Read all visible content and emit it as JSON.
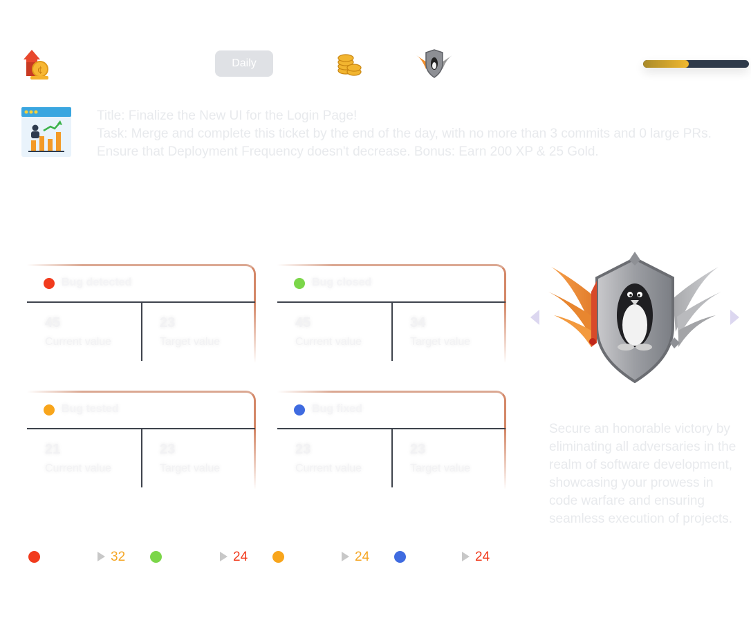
{
  "header": {
    "daily_label": "Daily",
    "progress_fraction": 0.43,
    "progress_fill_color": "#f1b82e",
    "progress_track_color": "#2f3a4a"
  },
  "task": {
    "title": "Title: Finalize the New UI for the Login Page!",
    "body": "Task: Merge and complete this ticket by the end of the day, with no more than 3 commits and 0 large PRs. Ensure that Deployment Frequency doesn't decrease. Bonus: Earn 200 XP & 25 Gold."
  },
  "metrics": [
    {
      "label": "Bug detected",
      "dot_color": "#f13b1d",
      "current_value": "45",
      "current_label": "Current value",
      "target_value": "23",
      "target_label": "Target value"
    },
    {
      "label": "Bug closed",
      "dot_color": "#7bd649",
      "current_value": "45",
      "current_label": "Current value",
      "target_value": "34",
      "target_label": "Target value"
    },
    {
      "label": "Bug tested",
      "dot_color": "#f8a51b",
      "current_value": "21",
      "current_label": "Current value",
      "target_value": "23",
      "target_label": "Target value"
    },
    {
      "label": "Bug fixed",
      "dot_color": "#3f6be0",
      "current_value": "23",
      "current_label": "Current value",
      "target_value": "23",
      "target_label": "Target value"
    }
  ],
  "legend": [
    {
      "dot_color": "#f13b1d",
      "value": "32",
      "value_color": "#f5a623"
    },
    {
      "dot_color": "#7bd649",
      "value": "24",
      "value_color": "#f13b1d"
    },
    {
      "dot_color": "#f8a51b",
      "value": "24",
      "value_color": "#f5a623"
    },
    {
      "dot_color": "#3f6be0",
      "value": "24",
      "value_color": "#f13b1d"
    }
  ],
  "achievement": {
    "description": "Secure an honorable victory by eliminating all adversaries in the realm of software development, showcasing your prowess in code warfare and ensuring seamless execution of projects."
  },
  "icons": {
    "top_left": "house-coin-icon",
    "coins": "coin-stack-icon",
    "badge_small": "penguin-shield-badge-icon",
    "task": "analytics-report-icon",
    "badge_large": "penguin-shield-winged-badge-icon",
    "nav_prev": "chevron-left-icon",
    "nav_next": "chevron-right-icon"
  }
}
